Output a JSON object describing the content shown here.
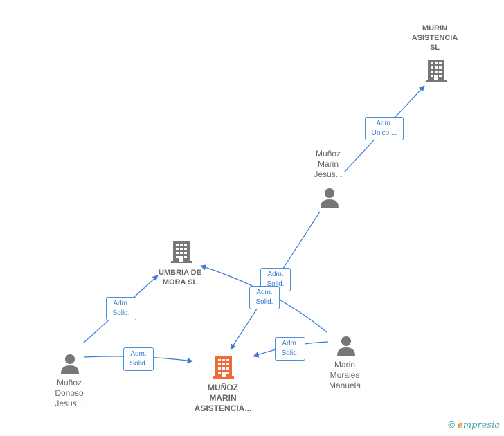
{
  "nodes": {
    "murin_asistencia": {
      "lines": [
        "MURIN",
        "ASISTENCIA",
        "SL"
      ],
      "type": "company"
    },
    "umbria_de_mora": {
      "lines": [
        "UMBRIA DE",
        "MORA  SL"
      ],
      "type": "company"
    },
    "munoz_marin_asistencia": {
      "lines": [
        "MUÑOZ",
        "MARIN",
        "ASISTENCIA..."
      ],
      "type": "company-main"
    },
    "munoz_marin_jesus": {
      "lines": [
        "Muñoz",
        "Marin",
        "Jesus..."
      ],
      "type": "person"
    },
    "munoz_donoso_jesus": {
      "lines": [
        "Muñoz",
        "Donoso",
        "Jesus..."
      ],
      "type": "person"
    },
    "marin_morales_manuela": {
      "lines": [
        "Marin",
        "Morales",
        "Manuela"
      ],
      "type": "person"
    }
  },
  "edges": {
    "e1": {
      "lines": [
        "Adm.",
        "Unico,..."
      ]
    },
    "e2": {
      "lines": [
        "Adm.",
        "Solid."
      ]
    },
    "e3": {
      "lines": [
        "Adm.",
        "Solid."
      ]
    },
    "e4": {
      "lines": [
        "Adm.",
        "Solid."
      ]
    },
    "e5": {
      "lines": [
        "Adm.",
        "Solid."
      ]
    },
    "e6": {
      "lines": [
        "Adm.",
        "Solid."
      ]
    }
  },
  "colors": {
    "edge": "#3a7bd5",
    "company_icon": "#777777",
    "company_main_icon": "#f06a35",
    "person_icon": "#777777"
  },
  "footer": {
    "copyright": "©",
    "brand_e": "e",
    "brand_rest": "mpresia"
  }
}
